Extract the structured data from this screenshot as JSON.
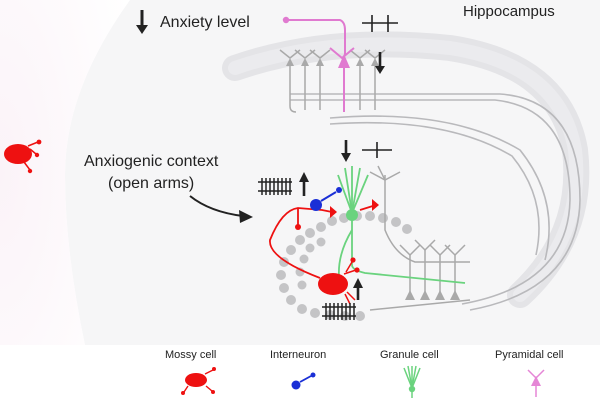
{
  "labels": {
    "region": "Hippocampus",
    "anxiety": "Anxiety level",
    "context_line1": "Anxiogenic context",
    "context_line2": "(open arms)"
  },
  "legend": [
    {
      "label": "Mossy cell",
      "icon": "mossy-cell-icon",
      "color": "#ee1111"
    },
    {
      "label": "Interneuron",
      "icon": "interneuron-icon",
      "color": "#1a2fd6"
    },
    {
      "label": "Granule cell",
      "icon": "granule-cell-icon",
      "color": "#77dd88"
    },
    {
      "label": "Pyramidal cell",
      "icon": "pyramidal-cell-icon",
      "color": "#e586d6"
    }
  ],
  "colors": {
    "mossy": "#ee1111",
    "interneuron": "#1a2fd6",
    "granule": "#6ad37e",
    "pyramidal": "#e07ad0",
    "tissue": "#e3e3e6",
    "neuron_gray": "#a9a9a9"
  },
  "symbols": {
    "anxiety_arrow": "down",
    "pyramidal_activity": "+ +",
    "pyramidal_arrow": "down",
    "granule_activity": "+",
    "granule_arrow": "down",
    "interneuron_arrow": "up",
    "mossy_arrow": "up"
  }
}
